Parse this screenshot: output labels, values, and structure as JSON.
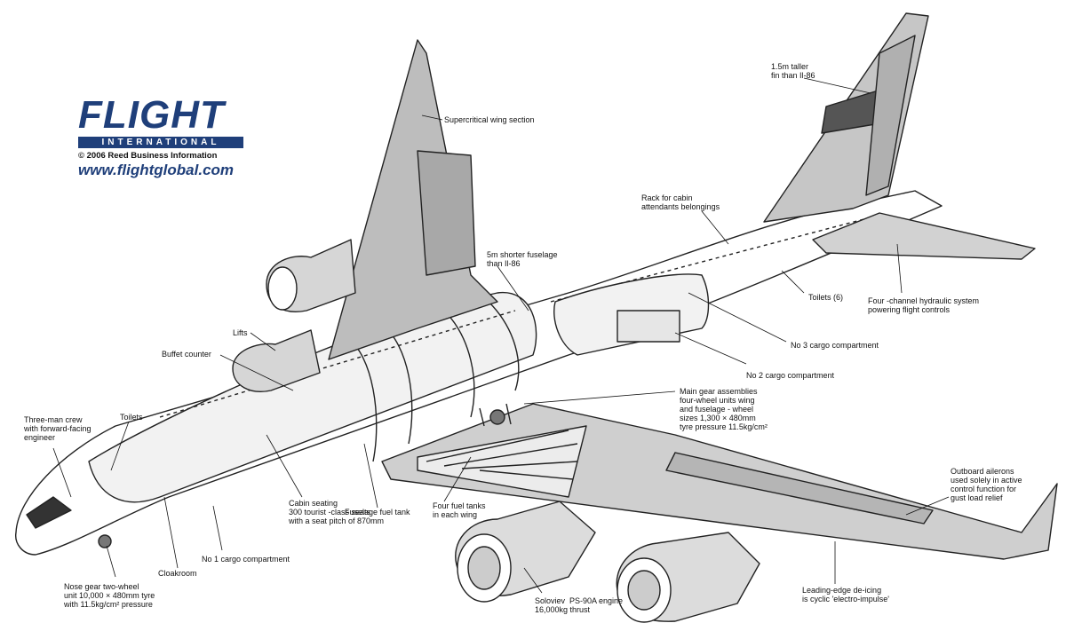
{
  "logo": {
    "title": "FLIGHT",
    "subtitle": "INTERNATIONAL",
    "copyright": "© 2006 Reed Business Information",
    "url": "www.flightglobal.com"
  },
  "callouts": {
    "supercritical_wing": "Supercritical wing section",
    "taller_fin": "1.5m taller\nfin than Il-86",
    "rack_cabin": "Rack for cabin\nattendants belongings",
    "shorter_fuselage": "5m shorter fuselage\nthan Il-86",
    "lifts": "Lifts",
    "buffet_counter": "Buffet counter",
    "toilets_6": "Toilets (6)",
    "hydraulic_system": "Four -channel hydraulic system\npowering flight controls",
    "cargo_3": "No 3 cargo compartment",
    "cargo_2": "No 2 cargo compartment",
    "main_gear": "Main gear assemblies\nfour-wheel units wing\nand fuselage - wheel\nsizes 1,300 × 480mm\ntyre pressure 11.5kg/cm²",
    "three_man_crew": "Three-man crew\nwith forward-facing\nengineer",
    "toilets": "Toilets",
    "fuselage_fuel_tank": "Fuselage fuel tank",
    "outboard_ailerons": "Outboard ailerons\nused solely in active\ncontrol function for\ngust load relief",
    "cabin_seating": "Cabin seating\n300 tourist -class seats\nwith a seat pitch of 870mm",
    "four_fuel_tanks": "Four fuel tanks\nin each wing",
    "cargo_1": "No 1 cargo compartment",
    "cloakroom": "Cloakroom",
    "nose_gear": "Nose gear two-wheel\nunit 10,000 × 480mm tyre\nwith 11.5kg/cm² pressure",
    "engine": "Soloviev  PS-90A engine\n16,000kg thrust",
    "leading_edge": "Leading-edge de-icing\nis cyclic 'electro-impulse'"
  }
}
